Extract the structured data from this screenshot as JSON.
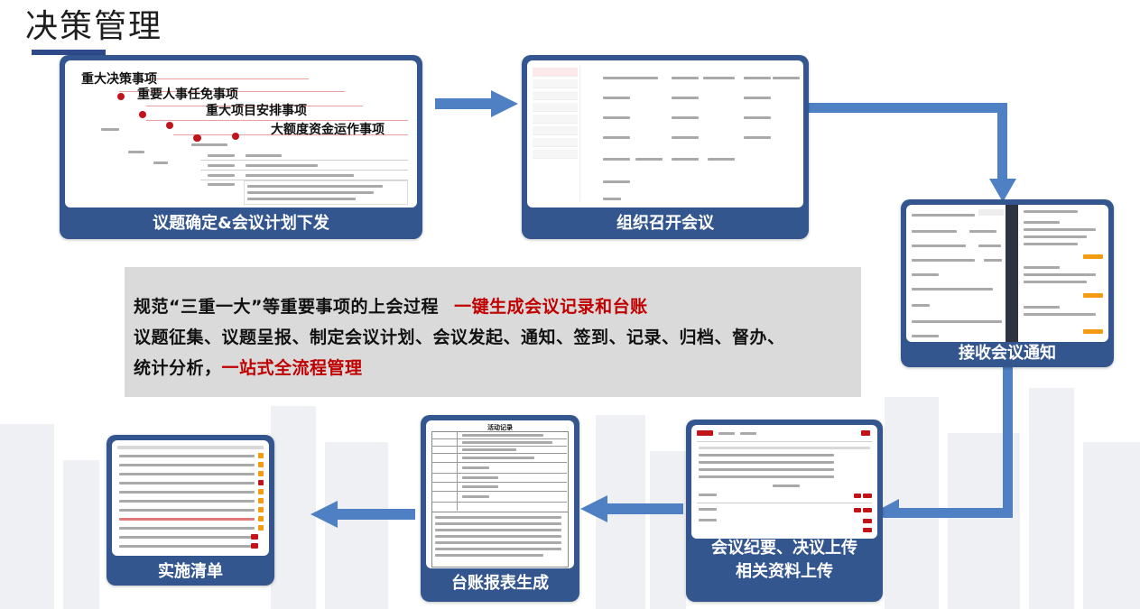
{
  "page_title": "决策管理",
  "panels": {
    "p1": {
      "caption": "议题确定&会议计划下发",
      "levels": [
        "重大决策事项",
        "重要人事任免事项",
        "重大项目安排事项",
        "大额度资金运作事项"
      ]
    },
    "p2": {
      "caption": "组织召开会议"
    },
    "p3": {
      "caption": "接收会议通知"
    },
    "p4": {
      "caption_line1": "会议纪要、决议上传",
      "caption_line2": "相关资料上传"
    },
    "p5": {
      "caption": "台账报表生成",
      "doc_title": "活动记录"
    },
    "p6": {
      "caption": "实施清单"
    }
  },
  "center_text": {
    "line1_a": "规范“三重一大”等重要事项的上会过程",
    "line1_b": "一键生成会议记录和台账",
    "line2": "议题征集、议题呈报、制定会议计划、会议发起、通知、签到、记录、归档、督办、",
    "line3_a": "统计分析，",
    "line3_b": "一站式全流程管理"
  },
  "colors": {
    "panel": "#34568f",
    "arrow": "#4f80c4",
    "highlight": "#c00000",
    "center_bg": "#dadada"
  }
}
